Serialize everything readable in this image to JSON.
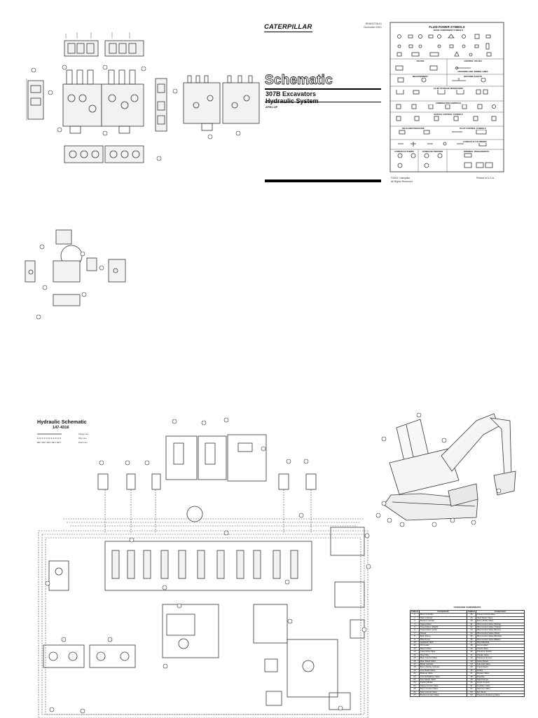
{
  "cover": {
    "brand": "CATERPILLAR",
    "form_number": "RENR2738-01",
    "date": "November 2001",
    "title": "Schematic",
    "subtitle_1": "307B Excavators",
    "subtitle_2": "Hydraulic System",
    "serial_prefix": "AFB1-UP",
    "copyright_1": "©2001 Caterpillar",
    "copyright_2": "All Rights Reserved",
    "printed": "Printed in U.S.A."
  },
  "symbols_panel": {
    "title": "FLUID POWER SYMBOLS",
    "sections": [
      "BASIC COMPONENT SYMBOLS",
      "VALVES",
      "CONTROL VALVES",
      "CROSSING AND JOINING LINES",
      "MEASUREMENT",
      "ROTATING SHAFTS",
      "FLUID STORAGE RESERVOIRS",
      "COMBINATION CONTROLS",
      "MANUAL CONTROL SYMBOLS",
      "RELEASED PRESSURE",
      "PILOT CONTROL SYMBOLS",
      "HYDRAULIC PUMPS",
      "HYDRAULIC MOTORS",
      "HYDRAULIC CYLINDERS",
      "INTERNAL PASSAGEWAYS"
    ]
  },
  "schematic": {
    "title": "Hydraulic Schematic",
    "part_number": "147-4316",
    "legend": [
      "Supply Line",
      "Pilot Line",
      "Drain Line"
    ]
  },
  "components_table": {
    "title": "STANDARD COMPONENTS",
    "headers": [
      "Callout",
      "Component",
      "Callout",
      "Component"
    ],
    "rows": [
      [
        "1",
        "Boom Cylinder",
        "28",
        "Travel Control Valve"
      ],
      [
        "2",
        "Stick Cylinder",
        "29",
        "Stick Relief Valve"
      ],
      [
        "3",
        "Bucket Cylinder",
        "30",
        "Boom Relief Valve"
      ],
      [
        "4",
        "Swing Motor",
        "31",
        "Pilot Control Valve (Swing)"
      ],
      [
        "5",
        "Travel Motor (Right)",
        "32",
        "Pilot Control Valve (Travel)"
      ],
      [
        "6",
        "Travel Motor (Left)",
        "33",
        "Pilot Control Valve (Boom)"
      ],
      [
        "7",
        "Swivel",
        "34",
        "Pilot Control Valve (Stick)"
      ],
      [
        "8",
        "Main Pump",
        "35",
        "Pilot Control Valve (Bucket)"
      ],
      [
        "9",
        "Pilot Pump",
        "36",
        "Pilot Control Valve (Blade)"
      ],
      [
        "10",
        "Hydraulic Tank",
        "37",
        "Pilot Manifold"
      ],
      [
        "11",
        "Oil Cooler",
        "38",
        "Accumulator"
      ],
      [
        "12",
        "Return Filter",
        "39",
        "Check Valve"
      ],
      [
        "13",
        "Case Drain Filter",
        "40",
        "Pressure Switch"
      ],
      [
        "14",
        "Pilot Filter",
        "41",
        "Shuttle Valve"
      ],
      [
        "15",
        "Main Control Valve",
        "42",
        "Pressure Sensor"
      ],
      [
        "16",
        "Main Relief Valve",
        "43",
        "Swing Brake"
      ],
      [
        "17",
        "Blade Cylinder",
        "44",
        "Solenoid Valve"
      ],
      [
        "18",
        "Boom Swing Cylinder",
        "45",
        "Travel Alarm"
      ],
      [
        "19",
        "Line Relief Valve",
        "46",
        "Orifice"
      ],
      [
        "20",
        "Makeup Valve",
        "47",
        "Bypass Valve"
      ],
      [
        "21",
        "Counterbalance Valve",
        "48",
        "Breather"
      ],
      [
        "22",
        "Two Speed Valve",
        "49",
        "Sight Gauge"
      ],
      [
        "23",
        "Parking Brake",
        "50",
        "Quick Coupler"
      ],
      [
        "24",
        "Swing Control Valve",
        "51",
        "Auxiliary Valve"
      ],
      [
        "25",
        "Boom Control Valve",
        "52",
        "Hammer Valve"
      ],
      [
        "26",
        "Stick Control Valve",
        "53",
        "Fan Motor"
      ],
      [
        "27",
        "Bucket Control Valve",
        "54",
        "Pressure Reducing Valve"
      ]
    ]
  },
  "colors": {
    "line": "#333333",
    "fill": "#f2f2f2",
    "rule": "#000000"
  }
}
